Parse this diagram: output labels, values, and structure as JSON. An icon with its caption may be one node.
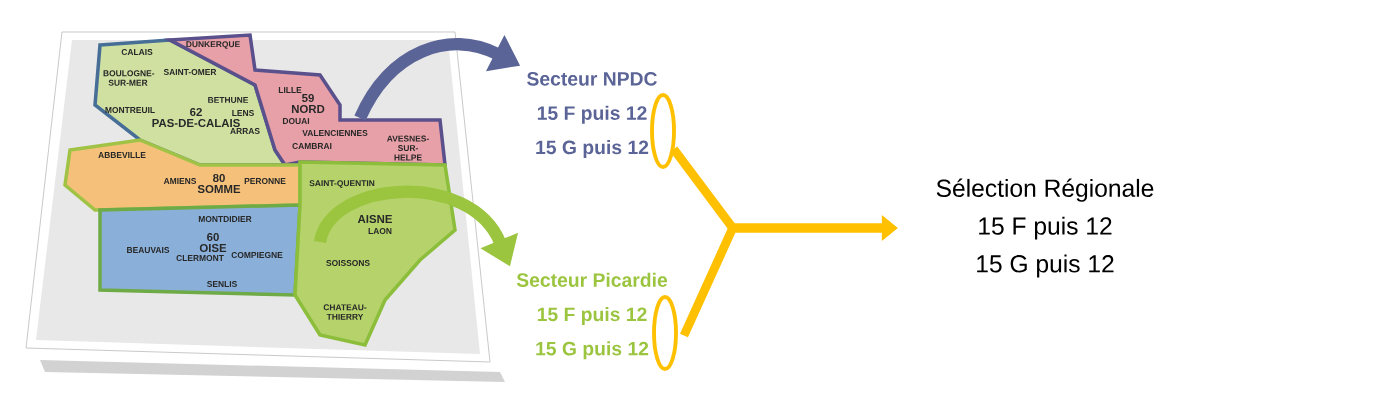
{
  "diagram": {
    "nodes": [
      {
        "text": [],
        "shape": "picture"
      },
      {
        "text": [
          "Secteur NPDC",
          "15 F puis 12",
          "15 G puis 12"
        ]
      },
      {
        "text": [
          "Secteur Picardie",
          "15 F puis 12",
          "15 G puis 12"
        ]
      },
      {
        "text": [
          "Sélection Régionale",
          "15 F puis 12",
          "15 G puis 12"
        ]
      }
    ],
    "edges": [
      {
        "from": 0,
        "to": 1,
        "arrow": "to",
        "color": "#5b6496"
      },
      {
        "from": 0,
        "to": 2,
        "arrow": "to",
        "color": "#9bc43f"
      },
      {
        "from": 1,
        "to": 3,
        "arrow": "to",
        "color": "#ffc000"
      },
      {
        "from": 2,
        "to": 3,
        "arrow": "to",
        "color": "#ffc000"
      }
    ],
    "labels": [
      "DUNKERQUE",
      "CALAIS",
      "BOULOGNE-SUR-MER",
      "SAINT-OMER",
      "LILLE",
      "59",
      "NORD",
      "BETHUNE",
      "MONTREUIL",
      "62",
      "PAS-DE-CALAIS",
      "LENS",
      "DOUAI",
      "VALENCIENNES",
      "ARRAS",
      "CAMBRAI",
      "AVESNES-SUR-HELPE",
      "ABBEVILLE",
      "AMIENS",
      "80",
      "SOMME",
      "PERONNE",
      "SAINT-QUENTIN",
      "AISNE",
      "LAON",
      "MONTDIDIER",
      "60",
      "OISE",
      "BEAUVAIS",
      "CLERMONT",
      "COMPIEGNE",
      "SOISSONS",
      "SENLIS",
      "CHATEAU-THIERRY"
    ]
  }
}
